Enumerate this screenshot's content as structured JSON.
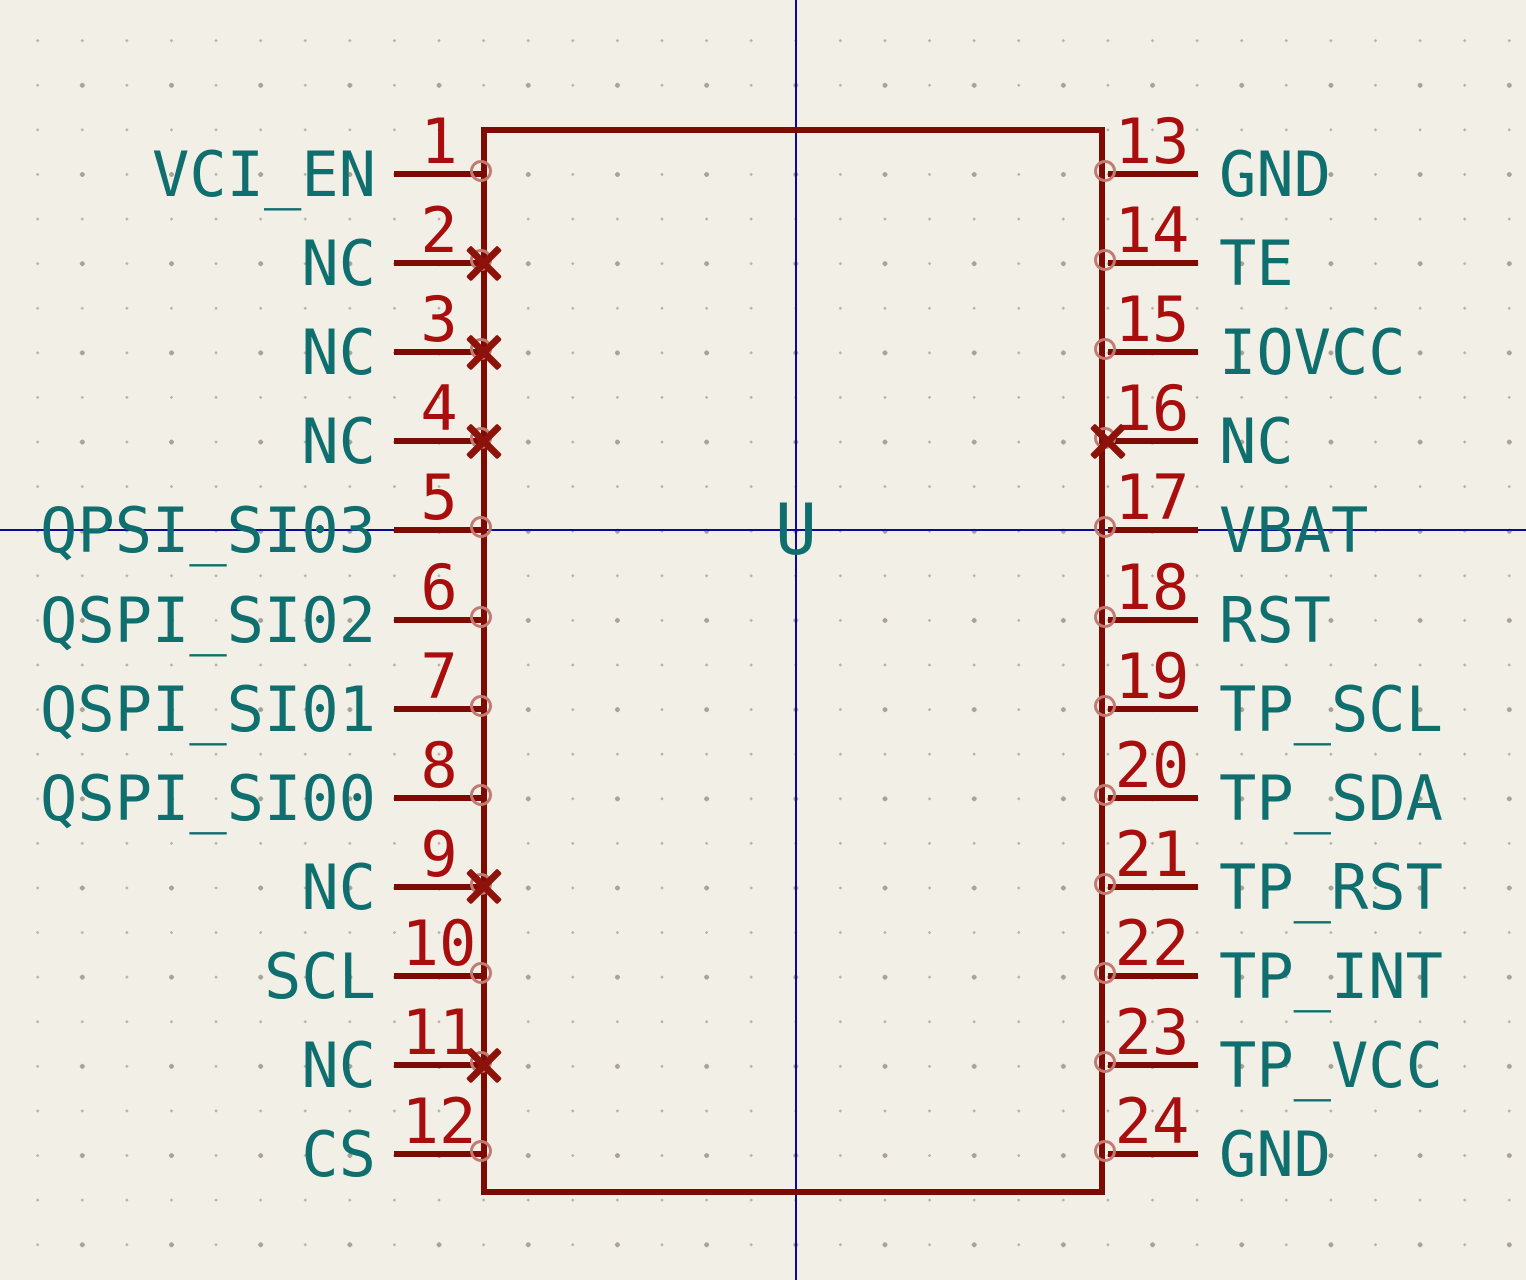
{
  "symbol": {
    "reference": "U"
  },
  "pins": {
    "left": [
      {
        "number": "1",
        "name": "VCI_EN",
        "no_connect": false
      },
      {
        "number": "2",
        "name": "NC",
        "no_connect": true
      },
      {
        "number": "3",
        "name": "NC",
        "no_connect": true
      },
      {
        "number": "4",
        "name": "NC",
        "no_connect": true
      },
      {
        "number": "5",
        "name": "QPSI_SI03",
        "no_connect": false
      },
      {
        "number": "6",
        "name": "QSPI_SI02",
        "no_connect": false
      },
      {
        "number": "7",
        "name": "QSPI_SI01",
        "no_connect": false
      },
      {
        "number": "8",
        "name": "QSPI_SI00",
        "no_connect": false
      },
      {
        "number": "9",
        "name": "NC",
        "no_connect": true
      },
      {
        "number": "10",
        "name": "SCL",
        "no_connect": false
      },
      {
        "number": "11",
        "name": "NC",
        "no_connect": true
      },
      {
        "number": "12",
        "name": "CS",
        "no_connect": false
      }
    ],
    "right": [
      {
        "number": "13",
        "name": "GND",
        "no_connect": false
      },
      {
        "number": "14",
        "name": "TE",
        "no_connect": false
      },
      {
        "number": "15",
        "name": "IOVCC",
        "no_connect": false
      },
      {
        "number": "16",
        "name": "NC",
        "no_connect": true
      },
      {
        "number": "17",
        "name": "VBAT",
        "no_connect": false
      },
      {
        "number": "18",
        "name": "RST",
        "no_connect": false
      },
      {
        "number": "19",
        "name": "TP_SCL",
        "no_connect": false
      },
      {
        "number": "20",
        "name": "TP_SDA",
        "no_connect": false
      },
      {
        "number": "21",
        "name": "TP_RST",
        "no_connect": false
      },
      {
        "number": "22",
        "name": "TP_INT",
        "no_connect": false
      },
      {
        "number": "23",
        "name": "TP_VCC",
        "no_connect": false
      },
      {
        "number": "24",
        "name": "GND",
        "no_connect": false
      }
    ]
  },
  "colors": {
    "bg": "#F2EFE6",
    "dot_fine": "#B6B2A6",
    "dot_coarse": "#A7A398",
    "maroon": "#7E0A04",
    "numred": "#A90E0E",
    "teal": "#0F6E6E",
    "rose": "#C27B72",
    "xred": "#8C120A",
    "navy": "#0A0A99"
  }
}
